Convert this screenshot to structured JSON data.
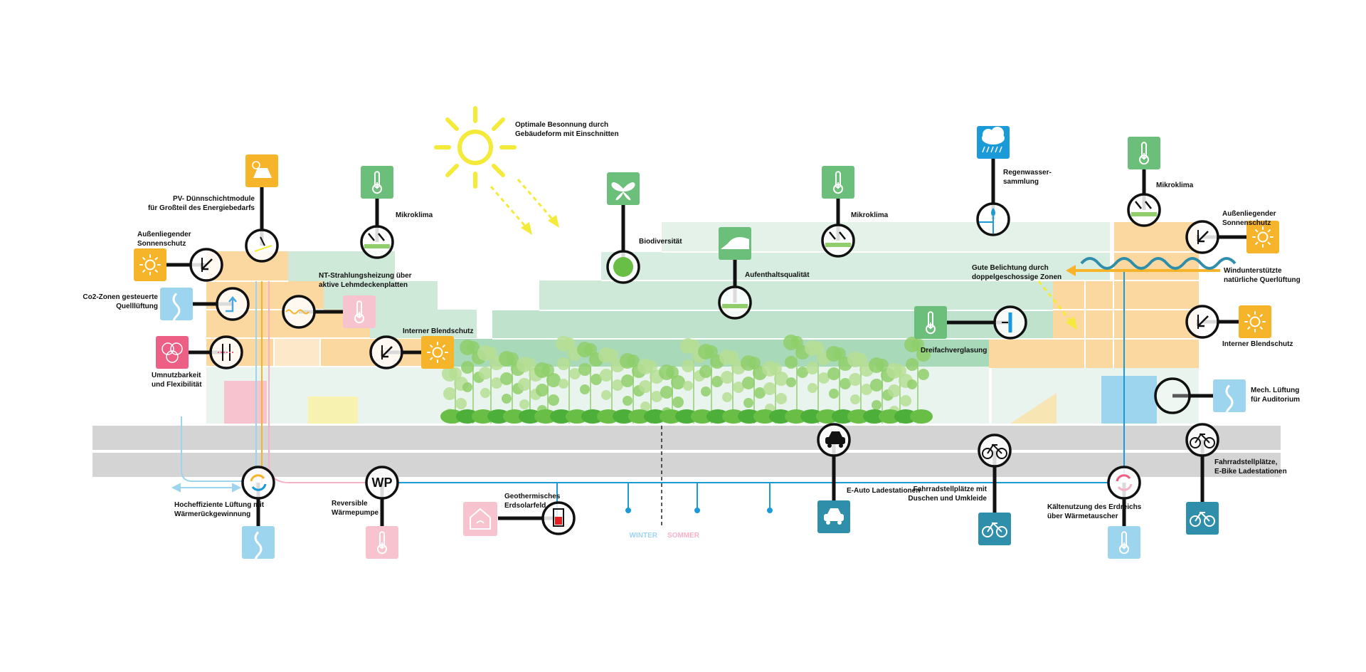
{
  "colors": {
    "orange": "#f6b42b",
    "orange_light": "#fbd8a0",
    "green": "#6cbf7b",
    "green_light": "#cfe9d9",
    "pink": "#ee5f86",
    "pink_light": "#f7c3cf",
    "blue": "#1a9ad7",
    "blue_light": "#9dd5ef",
    "teal": "#2f8eaa",
    "yellow": "#f4ea3a",
    "street": "#d4d4d4"
  },
  "labels": {
    "sun": [
      "Optimale Besonnung durch",
      "Gebäudeform mit Einschnitten"
    ],
    "pv": [
      "PV- Dünnschichtmodule",
      "für Großteil des Energiebedarfs"
    ],
    "mikroklima_1": [
      "Mikroklima"
    ],
    "mikroklima_2": [
      "Mikroklima"
    ],
    "mikroklima_3": [
      "Mikroklima"
    ],
    "sonnenschutz_left": [
      "Außenliegender",
      "Sonnenschutz"
    ],
    "sonnenschutz_right": [
      "Außenliegender",
      "Sonnenschutz"
    ],
    "co2": [
      "Co2-Zonen gesteuerte",
      "Quelllüftung"
    ],
    "nt_heizung": [
      "NT-Strahlungsheizung über",
      "aktive Lehmdeckenplatten"
    ],
    "umnutz": [
      "Umnutzbarkeit",
      "und Flexibilität"
    ],
    "blendschutz_left": [
      "Interner Blendschutz"
    ],
    "blendschutz_right": [
      "Interner Blendschutz"
    ],
    "biodiv": [
      "Biodiversität"
    ],
    "aufenthalt": [
      "Aufenthaltsqualität"
    ],
    "regen": [
      "Regenwasser-",
      "sammlung"
    ],
    "belichtung": [
      "Gute Belichtung durch",
      "doppelgeschossige Zonen"
    ],
    "wind": [
      "Windunterstützte",
      "natürliche Querlüftung"
    ],
    "dreifach": [
      "Dreifachverglasung"
    ],
    "mech": [
      "Mech. Lüftung",
      "für Auditorium"
    ],
    "hocheff": [
      "Hocheffiziente Lüftung mit",
      "Wärmerückgewinnung"
    ],
    "wp_label": [
      "Reversible",
      "Wärmepumpe"
    ],
    "wp_text": "WP",
    "geo": [
      "Geothermisches",
      "Erdsolarfeld"
    ],
    "winter": "WINTER",
    "sommer": "SOMMER",
    "eauto": [
      "E-Auto Ladestationen"
    ],
    "fahrrad": [
      "Fahrradstellplätze mit",
      "Duschen und Umkleide"
    ],
    "kaelte": [
      "Kältenutzung des Erdreichs",
      "über Wärmetauscher"
    ],
    "ebike": [
      "Fahrradstellplätze,",
      "E-Bike Ladestationen"
    ]
  },
  "icons": {
    "sun": "sun-icon",
    "thermometer": "thermometer-icon",
    "butterfly": "butterfly-icon",
    "cloud_rain": "rain-cloud-icon",
    "solar_panel": "solar-panel-icon",
    "wave": "ventilation-wave-icon",
    "ellipses": "flexibility-circles-icon",
    "bench": "bench-icon",
    "car": "electric-car-icon",
    "bike": "bicycle-icon",
    "ebike": "e-bike-icon",
    "house": "geothermal-house-icon",
    "battery": "battery-icon"
  }
}
